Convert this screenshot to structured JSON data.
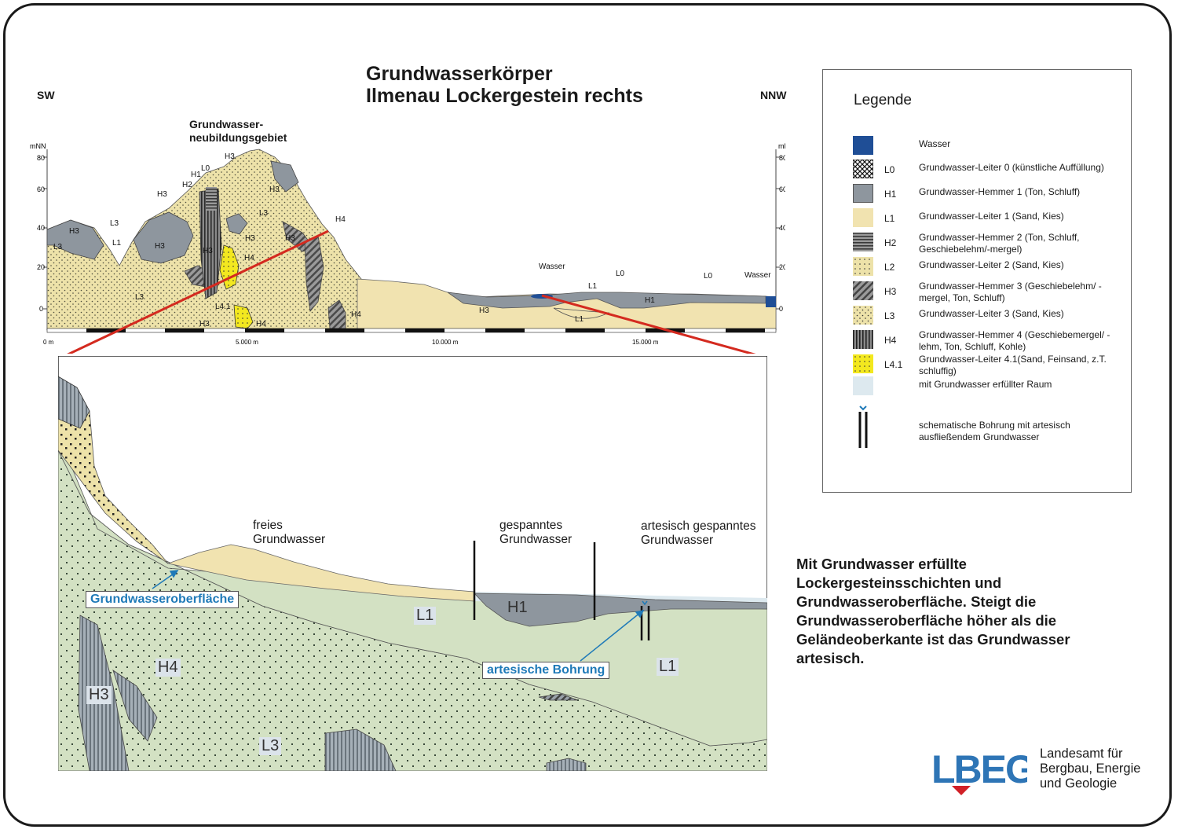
{
  "title": {
    "line1": "Grundwasserkörper",
    "line2": "Ilmenau Lockergestein rechts"
  },
  "profile": {
    "dir_left": "SW",
    "dir_right": "NNW",
    "unit": "mNN",
    "y_ticks": [
      "80",
      "60",
      "40",
      "20",
      "0"
    ],
    "x_ticks": [
      "0 m",
      "5.000 m",
      "10.000 m",
      "15.000 m"
    ],
    "annotation_line1": "Grundwasser-",
    "annotation_line2": "neubildungsgebiet",
    "labels": {
      "h3_a": "H3",
      "l3_a": "L3",
      "l3_b": "L3",
      "l1_a": "L1",
      "h3_b": "H3",
      "h3_c": "H3",
      "h2": "H2",
      "h1": "H1",
      "l0": "L0",
      "h3_top": "H3",
      "h3_d": "H3",
      "l3_c": "L3",
      "h3_e": "H3",
      "h3_f": "H3",
      "h4_a": "H4",
      "h4_b": "H4",
      "l4_1": "L4.1",
      "h3_g": "H3",
      "h4_c": "H4",
      "h4_d": "H4",
      "l3_d": "L3",
      "h3_h": "H3",
      "wasser_a": "Wasser",
      "l1_b": "L1",
      "l0_b": "L0",
      "h1_b": "H1",
      "l0_c": "L0",
      "wasser_b": "Wasser",
      "l1_c": "L1"
    }
  },
  "inset": {
    "freies_1": "freies",
    "freies_2": "Grundwasser",
    "gesp_1": "gespanntes",
    "gesp_2": "Grundwasser",
    "art_1": "artesisch gespanntes",
    "art_2": "Grundwasser",
    "callout_surface": "Grundwasseroberfläche",
    "callout_bore": "artesische Bohrung",
    "l1_a": "L1",
    "h1": "H1",
    "l1_b": "L1",
    "h4": "H4",
    "h3": "H3",
    "l3": "L3"
  },
  "legend": {
    "title": "Legende",
    "items": [
      {
        "code": "",
        "text": "Wasser"
      },
      {
        "code": "L0",
        "text": "Grundwasser-Leiter 0 (künstliche Auffüllung)"
      },
      {
        "code": "H1",
        "text": "Grundwasser-Hemmer 1 (Ton, Schluff)"
      },
      {
        "code": "L1",
        "text": "Grundwasser-Leiter 1 (Sand, Kies)"
      },
      {
        "code": "H2",
        "text": "Grundwasser-Hemmer 2 (Ton, Schluff, Geschiebelehm/-mergel)"
      },
      {
        "code": "L2",
        "text": "Grundwasser-Leiter 2 (Sand, Kies)"
      },
      {
        "code": "H3",
        "text": "Grundwasser-Hemmer 3 (Geschiebelehm/ -mergel, Ton, Schluff)"
      },
      {
        "code": "L3",
        "text": "Grundwasser-Leiter 3 (Sand, Kies)"
      },
      {
        "code": "H4",
        "text": "Grundwasser-Hemmer 4 (Geschiebemergel/ -lehm, Ton, Schluff, Kohle)"
      },
      {
        "code": "L4.1",
        "text": "Grundwasser-Leiter 4.1(Sand, Feinsand, z.T. schluffig)"
      },
      {
        "code": "",
        "text": "mit Grundwasser erfüllter Raum"
      },
      {
        "code": "",
        "text": "schematische Bohrung mit artesisch ausfließendem Grundwasser"
      }
    ]
  },
  "explanation": "Mit Grundwasser erfüllte Lockergesteinsschichten und Grundwasseroberfläche. Steigt die Grundwasseroberfläche höher als die Geländeoberkante ist das Grundwasser artesisch.",
  "logo": {
    "mark": "LBEG",
    "line1": "Landesamt für",
    "line2": "Bergbau, Energie",
    "line3": "und Geologie"
  },
  "colors": {
    "water": "#1f4e96",
    "h1": "#8e969e",
    "l1": "#f1e3b0",
    "l3": "#ede2a9",
    "l41": "#f3e81f",
    "filled": "#d3e1c3",
    "logo_blue": "#2e75b6",
    "logo_red": "#d12027",
    "callout": "#1f7ab8",
    "zoom_line": "#d42a1f"
  }
}
